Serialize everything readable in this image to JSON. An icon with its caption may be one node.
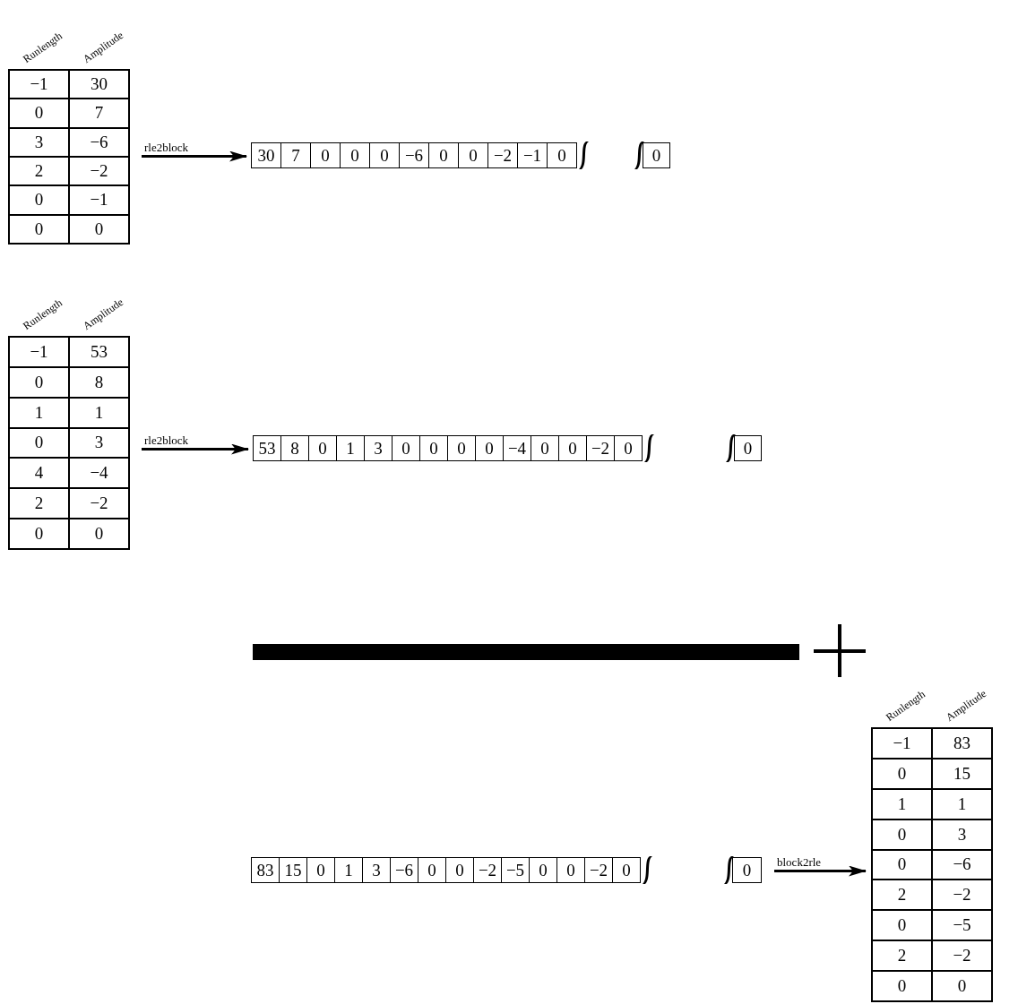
{
  "diagram": {
    "nodes": [
      {
        "text": [
          "Runlength",
          "Amplitude",
          "−1",
          "30",
          "0",
          "7",
          "3",
          "−6",
          "2",
          "−2",
          "0",
          "−1",
          "0",
          "0"
        ]
      },
      {
        "text": [
          "30",
          "7",
          "0",
          "0",
          "0",
          "−6",
          "0",
          "0",
          "−2",
          "−1",
          "0"
        ]
      },
      {
        "text": [
          "0"
        ]
      },
      {
        "text": [
          "Runlength",
          "Amplitude",
          "−1",
          "53",
          "0",
          "8",
          "1",
          "1",
          "0",
          "3",
          "4",
          "−4",
          "2",
          "−2",
          "0",
          "0"
        ]
      },
      {
        "text": [
          "53",
          "8",
          "0",
          "1",
          "3",
          "0",
          "0",
          "0",
          "0",
          "−4",
          "0",
          "0",
          "−2",
          "0"
        ]
      },
      {
        "text": [
          "0"
        ]
      },
      {
        "text": [
          "83",
          "15",
          "0",
          "1",
          "3",
          "−6",
          "0",
          "0",
          "−2",
          "−5",
          "0",
          "0",
          "−2",
          "0"
        ]
      },
      {
        "text": [
          "0"
        ]
      },
      {
        "text": [
          "Runlength",
          "Amplitude",
          "−1",
          "83",
          "0",
          "15",
          "1",
          "1",
          "0",
          "3",
          "0",
          "−6",
          "2",
          "−2",
          "0",
          "−5",
          "2",
          "−2",
          "0",
          "0"
        ]
      }
    ],
    "edges": [
      {
        "from": 0,
        "to": 1,
        "arrow": "to",
        "label": "rle2block"
      },
      {
        "from": 3,
        "to": 4,
        "arrow": "to",
        "label": "rle2block"
      },
      {
        "from": 7,
        "to": 8,
        "arrow": "to",
        "label": "block2rle"
      }
    ]
  }
}
